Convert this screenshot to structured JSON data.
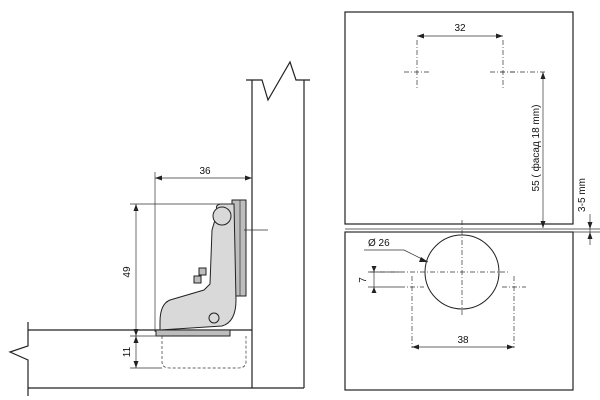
{
  "left_view": {
    "dim_width": "36",
    "dim_height": "49",
    "dim_cup_depth": "11"
  },
  "right_view": {
    "dim_screw_spacing_top": "32",
    "dim_cup_diameter": "Ø 26",
    "dim_offset": "7",
    "dim_screw_spacing_bottom": "38",
    "dim_vertical": "55 ( фасад  18 mm)",
    "dim_gap": "3-5 mm"
  }
}
